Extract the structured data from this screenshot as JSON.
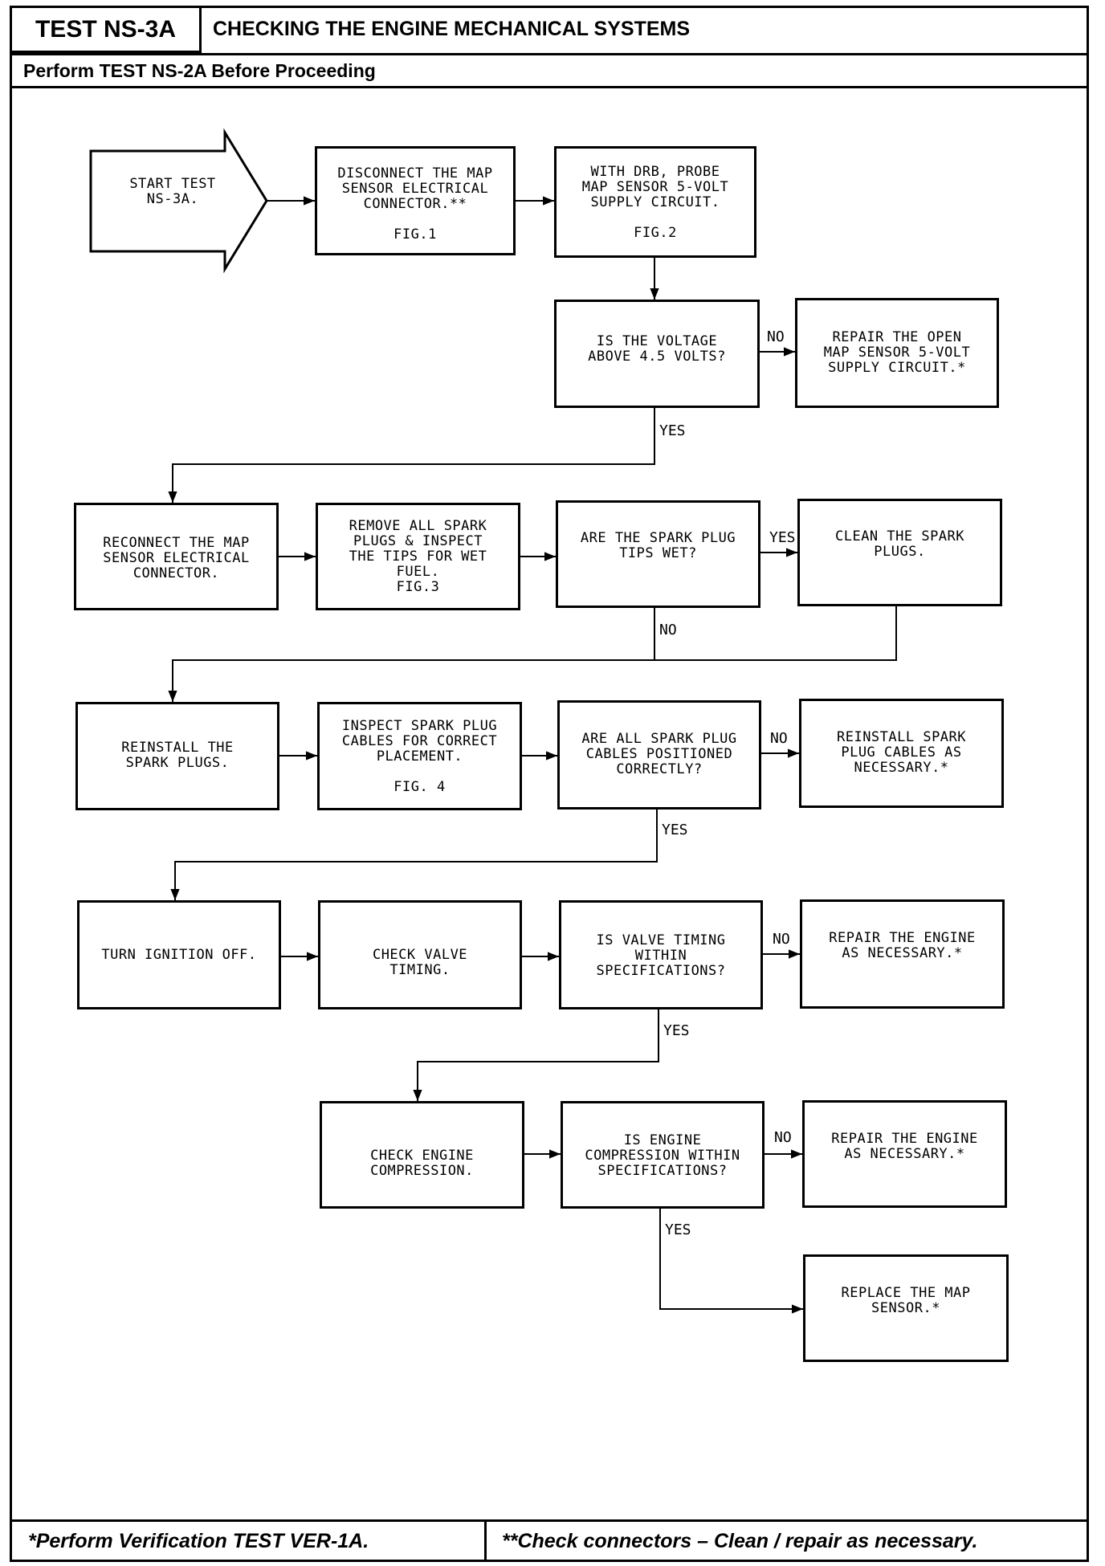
{
  "header": {
    "test_label": "TEST NS-3A",
    "title": "CHECKING THE ENGINE MECHANICAL SYSTEMS",
    "subtitle": "Perform TEST NS-2A Before Proceeding"
  },
  "footer": {
    "left": "*Perform Verification TEST VER-1A.",
    "right": "**Check connectors – Clean / repair as necessary."
  },
  "steps": {
    "start": [
      "START TEST",
      "NS-3A."
    ],
    "disconnect": [
      "DISCONNECT THE MAP",
      "SENSOR ELECTRICAL",
      "CONNECTOR.**",
      "",
      "FIG.1"
    ],
    "probe": [
      "WITH DRB, PROBE",
      "MAP SENSOR 5-VOLT",
      "SUPPLY CIRCUIT.",
      "",
      "FIG.2"
    ],
    "q_voltage": [
      "IS THE VOLTAGE",
      "ABOVE 4.5 VOLTS?"
    ],
    "repair_circuit": [
      "REPAIR THE OPEN",
      "MAP SENSOR 5-VOLT",
      "SUPPLY CIRCUIT.*"
    ],
    "reconnect": [
      "RECONNECT THE MAP",
      "SENSOR ELECTRICAL",
      "CONNECTOR."
    ],
    "remove_plugs": [
      "REMOVE ALL SPARK",
      "PLUGS & INSPECT",
      "THE TIPS FOR WET",
      "FUEL.",
      "FIG.3"
    ],
    "q_tips_wet": [
      "ARE THE SPARK PLUG",
      "TIPS WET?"
    ],
    "clean_plugs": [
      "CLEAN THE SPARK",
      "PLUGS."
    ],
    "reinstall_plugs": [
      "REINSTALL THE",
      "SPARK PLUGS."
    ],
    "inspect_cables": [
      "INSPECT SPARK PLUG",
      "CABLES FOR CORRECT",
      "PLACEMENT.",
      "",
      "FIG. 4"
    ],
    "q_cables": [
      "ARE ALL SPARK PLUG",
      "CABLES POSITIONED",
      "CORRECTLY?"
    ],
    "reinstall_cables": [
      "REINSTALL SPARK",
      "PLUG CABLES AS",
      "NECESSARY.*"
    ],
    "ignition_off": [
      "TURN IGNITION OFF."
    ],
    "check_timing": [
      "CHECK VALVE",
      "TIMING."
    ],
    "q_timing": [
      "IS VALVE TIMING",
      "WITHIN",
      "SPECIFICATIONS?"
    ],
    "repair_engine_1": [
      "REPAIR THE ENGINE",
      "AS NECESSARY.*"
    ],
    "check_compression": [
      "CHECK ENGINE",
      "COMPRESSION."
    ],
    "q_compression": [
      "IS ENGINE",
      "COMPRESSION WITHIN",
      "SPECIFICATIONS?"
    ],
    "repair_engine_2": [
      "REPAIR THE ENGINE",
      "AS NECESSARY.*"
    ],
    "replace_sensor": [
      "REPLACE THE MAP",
      "SENSOR.*"
    ]
  },
  "labels": {
    "yes": "YES",
    "no": "NO"
  }
}
